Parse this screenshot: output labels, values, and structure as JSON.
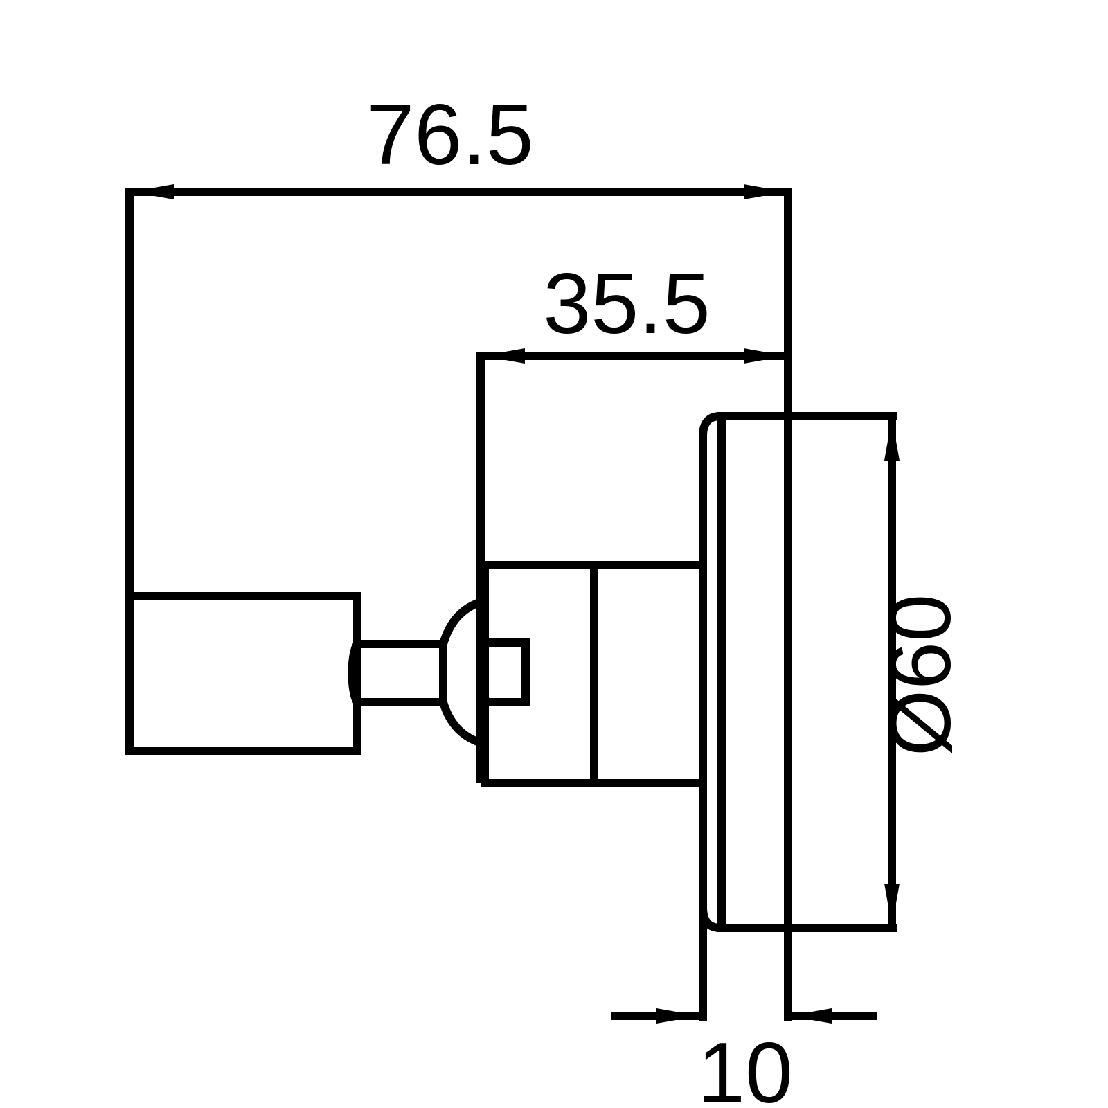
{
  "drawing": {
    "line_color": "#000000",
    "background": "#ffffff",
    "dimensions": {
      "overall_length": "76.5",
      "body_length": "35.5",
      "flange_thickness": "10",
      "flange_diameter": "Ø60"
    }
  }
}
